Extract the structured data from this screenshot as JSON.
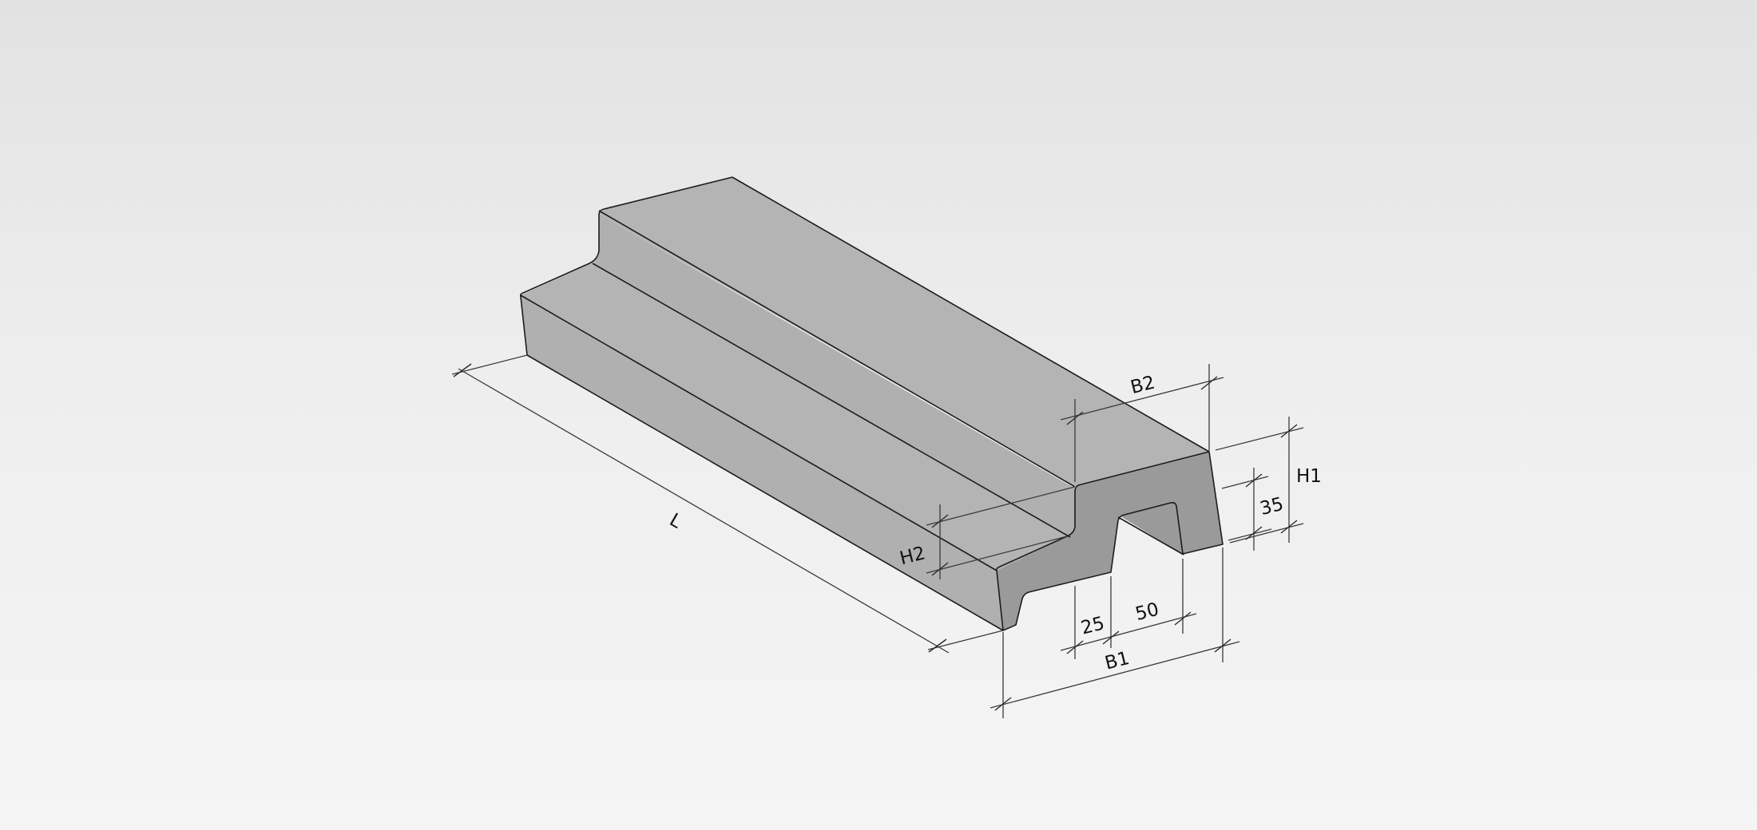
{
  "colors": {
    "top_face": "#b4b4b4",
    "left_face": "#b0b0b0",
    "end_face": "#9a9a9a",
    "edge": "#1c1c1c",
    "dimension_line": "#3a3a3a"
  },
  "dimensions": {
    "length": "L",
    "top_width": "B2",
    "bottom_width": "B1",
    "total_height": "H1",
    "step_height": "H2",
    "groove_depth": "35",
    "lip_width": "25",
    "groove_width": "50"
  }
}
